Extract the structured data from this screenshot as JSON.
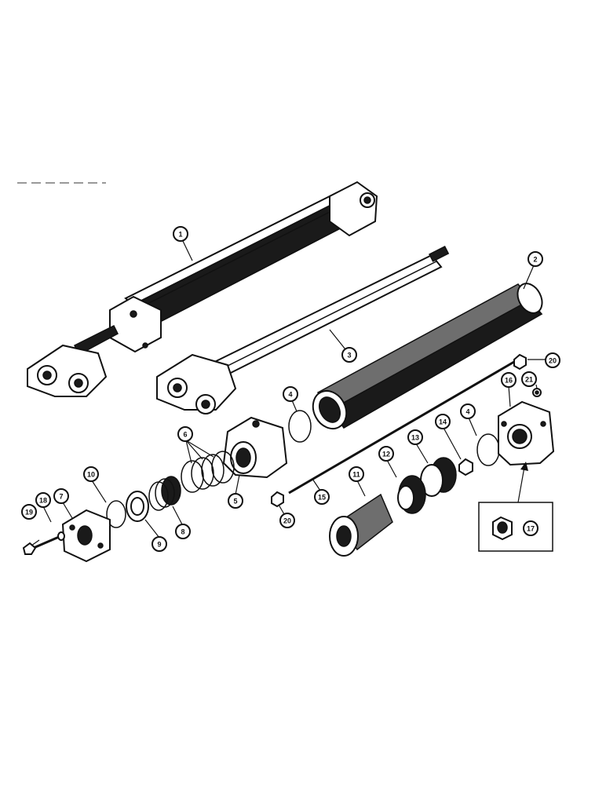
{
  "diagram": {
    "callouts": {
      "c1": "1",
      "c2": "2",
      "c3": "3",
      "c4a": "4",
      "c4b": "4",
      "c5": "5",
      "c6": "6",
      "c7": "7",
      "c8": "8",
      "c9": "9",
      "c10": "10",
      "c11": "11",
      "c12": "12",
      "c13": "13",
      "c14": "14",
      "c15": "15",
      "c16": "16",
      "c17": "17",
      "c18": "18",
      "c19": "19",
      "c20a": "20",
      "c20b": "20",
      "c21": "21"
    },
    "colors": {
      "ink": "#111111",
      "paper": "#ffffff",
      "shade": "#6e6e6e"
    }
  }
}
